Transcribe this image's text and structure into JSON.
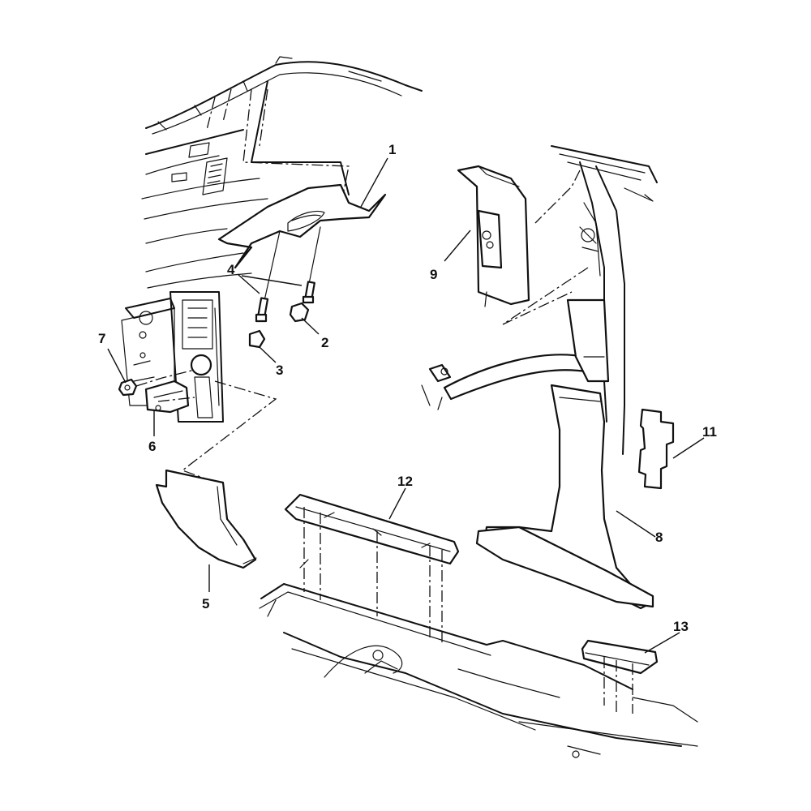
{
  "diagram": {
    "callouts": [
      {
        "id": "1",
        "text": "1"
      },
      {
        "id": "2",
        "text": "2"
      },
      {
        "id": "3",
        "text": "3"
      },
      {
        "id": "4",
        "text": "4"
      },
      {
        "id": "5",
        "text": "5"
      },
      {
        "id": "6",
        "text": "6"
      },
      {
        "id": "7",
        "text": "7"
      },
      {
        "id": "8",
        "text": "8"
      },
      {
        "id": "9",
        "text": "9"
      },
      {
        "id": "11",
        "text": "11"
      },
      {
        "id": "12",
        "text": "12"
      },
      {
        "id": "13",
        "text": "13"
      }
    ]
  }
}
